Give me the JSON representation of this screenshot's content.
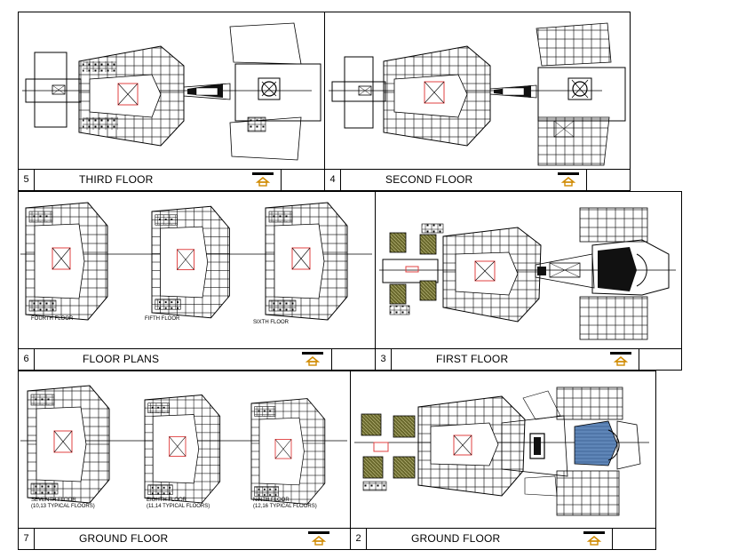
{
  "sheets": {
    "third": {
      "number": "5",
      "title": "THIRD FLOOR"
    },
    "second": {
      "number": "4",
      "title": "SECOND FLOOR"
    },
    "plans": {
      "number": "6",
      "title": "FLOOR PLANS",
      "captions": [
        "FOURTH FLOOR",
        "FIFTH FLOOR",
        "SIXTH FLOOR"
      ]
    },
    "first": {
      "number": "3",
      "title": "FIRST FLOOR"
    },
    "typical": {
      "number": "7",
      "title": "GROUND FLOOR",
      "captions": [
        {
          "name": "SEVENTH FLOOR",
          "note": "(10,13 TYPICAL FLOORS)"
        },
        {
          "name": "EIGHTH FLOOR",
          "note": "(11,14 TYPICAL FLOORS)"
        },
        {
          "name": "NINTH FLOOR",
          "note": "(12,16 TYPICAL FLOORS)"
        }
      ]
    },
    "ground": {
      "number": "2",
      "title": "GROUND FLOOR"
    }
  },
  "colors": {
    "line": "#000000",
    "red": "#e04040",
    "olive": "#6b6a2e",
    "blue": "#5f86b8"
  },
  "symbol_icon": "north-arrow-key-icon"
}
